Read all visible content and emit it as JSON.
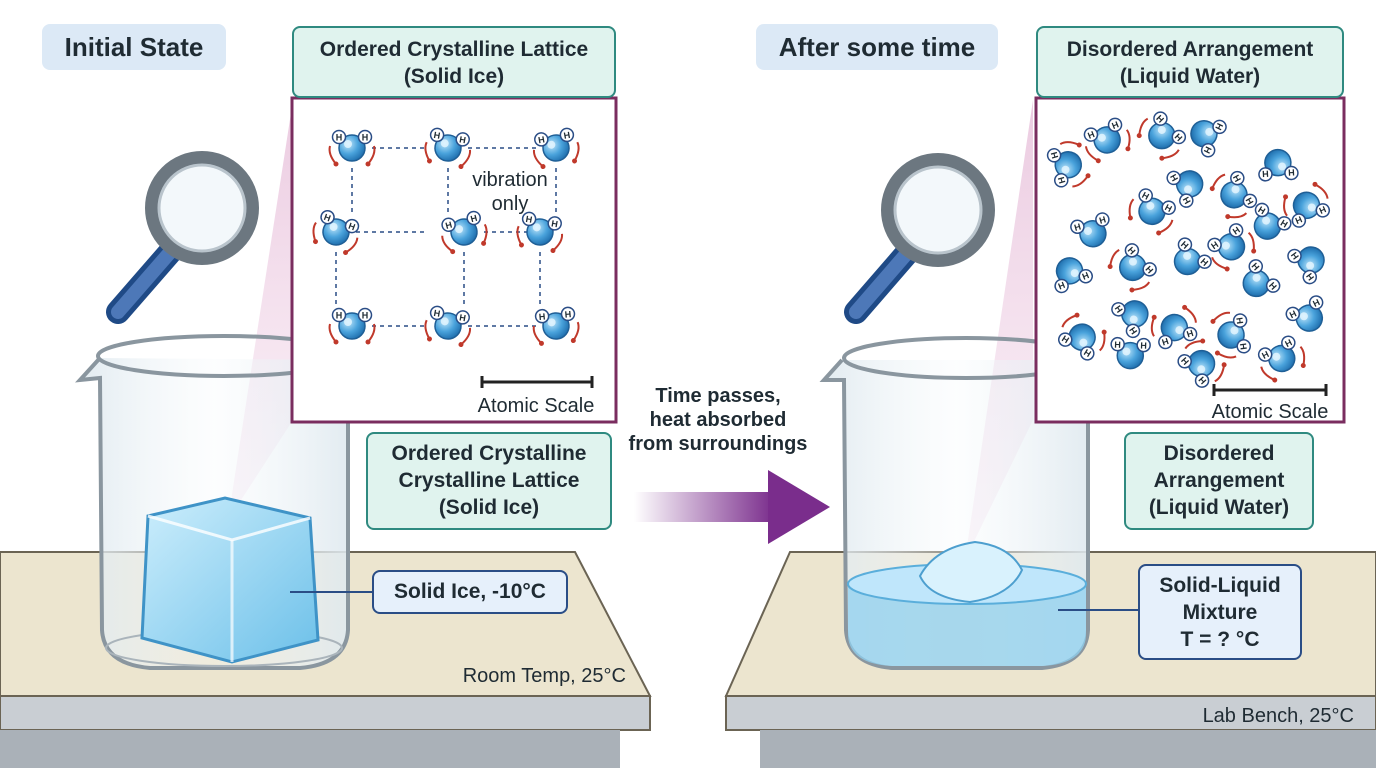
{
  "left": {
    "heading": "Initial State",
    "inset_title_1": "Ordered Crystalline Lattice",
    "inset_title_2": "(Solid Ice)",
    "inset_note_1": "vibration",
    "inset_note_2": "only",
    "scale_label": "Atomic Scale",
    "callout_1": "Ordered Crystalline",
    "callout_2": "Crystalline Lattice",
    "callout_3": "(Solid Ice)",
    "sample_label": "Solid Ice, -10°C",
    "bench_label": "Room Temp, 25°C"
  },
  "middle": {
    "line_1": "Time passes,",
    "line_2": "heat absorbed",
    "line_3": "from surroundings"
  },
  "right": {
    "heading": "After some time",
    "inset_title_1": "Disordered Arrangement",
    "inset_title_2": "(Liquid Water)",
    "scale_label": "Atomic Scale",
    "callout_1": "Disordered",
    "callout_2": "Arrangement",
    "callout_3": "(Liquid Water)",
    "mixture_1": "Solid-Liquid",
    "mixture_2": "Mixture",
    "mixture_3": "T = ? °C",
    "bench_label": "Lab Bench, 25°C"
  },
  "atom_label": "H",
  "colors": {
    "molecule": "#4aa3dc",
    "lattice_frame": "#7a2d5f",
    "arrow": "#7a2d8c",
    "ice": "#8fd0f0",
    "bench_top": "#ece5cf"
  },
  "icons": [
    "magnifying-glass-icon",
    "beaker-icon",
    "ice-cube-icon",
    "process-arrow-icon"
  ]
}
